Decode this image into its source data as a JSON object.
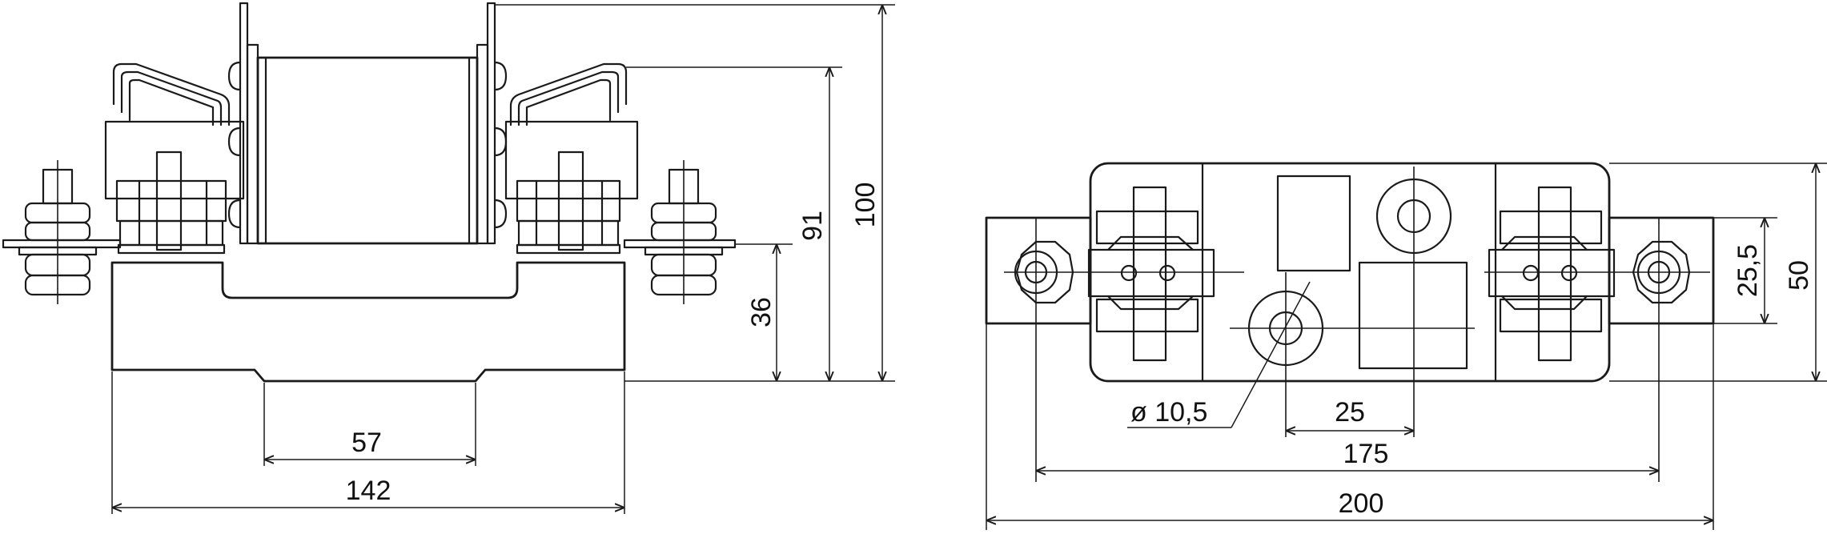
{
  "dimensions": {
    "side_view": {
      "d57": "57",
      "d142": "142",
      "d36": "36",
      "d91": "91",
      "d100": "100"
    },
    "top_view": {
      "hole_diameter": "ø 10,5",
      "d25": "25",
      "d175": "175",
      "d200": "200",
      "d25_5": "25,5",
      "d50": "50"
    }
  },
  "colors": {
    "line": "#1a1a1a",
    "background": "#ffffff"
  }
}
